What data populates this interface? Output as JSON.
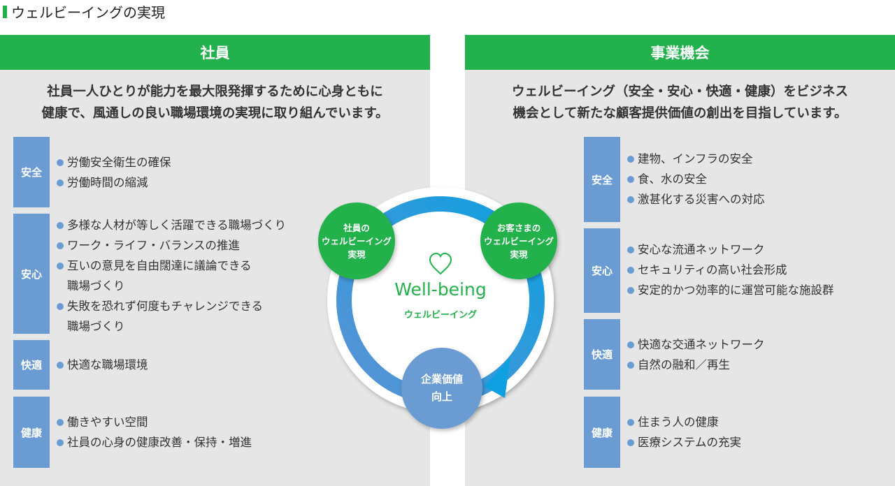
{
  "title": "ウェルビーイングの実現",
  "left": {
    "header": "社員",
    "lead": [
      "社員一人ひとりが能力を最大限発揮するために心身ともに",
      "健康で、風通しの良い職場環境の実現に取り組んでいます。"
    ],
    "categories": [
      {
        "label": "安全",
        "items": [
          "労働安全衛生の確保",
          "労働時間の縮減"
        ]
      },
      {
        "label": "安心",
        "items": [
          "多様な人材が等しく活躍できる職場づくり",
          "ワーク・ライフ・バランスの推進",
          "互いの意見を自由闊達に議論できる",
          "職場づくり",
          "失敗を恐れず何度もチャレンジできる",
          "職場づくり"
        ]
      },
      {
        "label": "快適",
        "items": [
          "快適な職場環境"
        ]
      },
      {
        "label": "健康",
        "items": [
          "働きやすい空間",
          "社員の心身の健康改善・保持・増進"
        ]
      }
    ]
  },
  "right": {
    "header": "事業機会",
    "lead": [
      "ウェルビーイング（安全・安心・快適・健康）をビジネス",
      "機会として新たな顧客提供価値の創出を目指しています。"
    ],
    "categories": [
      {
        "label": "安全",
        "items": [
          "建物、インフラの安全",
          "食、水の安全",
          "激甚化する災害への対応"
        ]
      },
      {
        "label": "安心",
        "items": [
          "安心な流通ネットワーク",
          "セキュリティの高い社会形成",
          "安定的かつ効率的に運営可能な施設群"
        ]
      },
      {
        "label": "快適",
        "items": [
          "快適な交通ネットワーク",
          "自然の融和／再生"
        ]
      },
      {
        "label": "健康",
        "items": [
          "住まう人の健康",
          "医療システムの充実"
        ]
      }
    ]
  },
  "cycle": {
    "employee": [
      "社員の",
      "ウェルビーイング",
      "実現"
    ],
    "customer": [
      "お客さまの",
      "ウェルビーイング",
      "実現"
    ],
    "center_en": "Well-being",
    "center_ja": "ウェルビーイング",
    "value": [
      "企業価値",
      "向上"
    ]
  },
  "colors": {
    "green": "#22b14c",
    "blue": "#6a9bd2",
    "ring": "#1a9be0"
  }
}
